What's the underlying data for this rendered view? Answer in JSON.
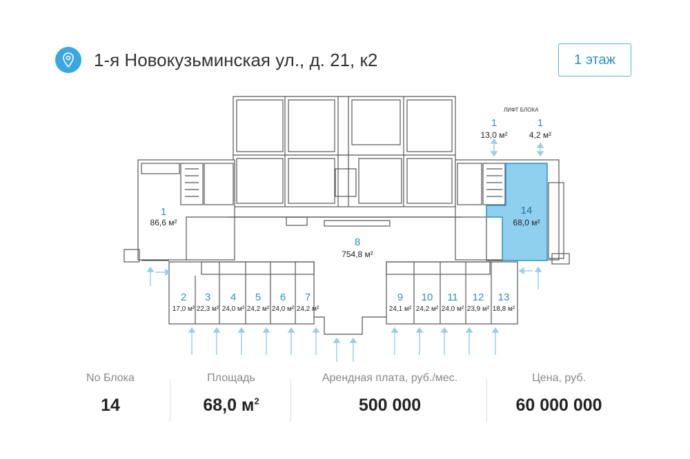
{
  "header": {
    "address": "1-я Новокузьминская ул., д. 21, к2",
    "floor_button": "1 этаж",
    "pin_icon": "location-pin-icon",
    "accent_color": "#3aa7e0"
  },
  "plan": {
    "elevator_label": "ЛИФТ БЛОКА",
    "selected_color": "#8fd0ee",
    "units": [
      {
        "num": "1",
        "area": "86,6 м²"
      },
      {
        "num": "1",
        "area": "13,0 м²"
      },
      {
        "num": "1",
        "area": "4,2 м²"
      },
      {
        "num": "14",
        "area": "68,0 м²"
      },
      {
        "num": "8",
        "area": "754,8 м²"
      },
      {
        "num": "2",
        "area": "17,0 м²"
      },
      {
        "num": "3",
        "area": "22,3 м²"
      },
      {
        "num": "4",
        "area": "24,0 м²"
      },
      {
        "num": "5",
        "area": "24,2 м²"
      },
      {
        "num": "6",
        "area": "24,0 м²"
      },
      {
        "num": "7",
        "area": "24,2 м²"
      },
      {
        "num": "9",
        "area": "24,1 м²"
      },
      {
        "num": "10",
        "area": "24,2 м²"
      },
      {
        "num": "11",
        "area": "24,0 м²"
      },
      {
        "num": "12",
        "area": "23,9 м²"
      },
      {
        "num": "13",
        "area": "18,8 м²"
      }
    ]
  },
  "info": {
    "block_label": "No Блока",
    "block_value": "14",
    "area_label": "Площадь",
    "area_value": "68,0 м",
    "area_unit_sup": "2",
    "rent_label": "Арендная плата, руб./мес.",
    "rent_value": "500 000",
    "price_label": "Цена, руб.",
    "price_value": "60 000 000"
  }
}
